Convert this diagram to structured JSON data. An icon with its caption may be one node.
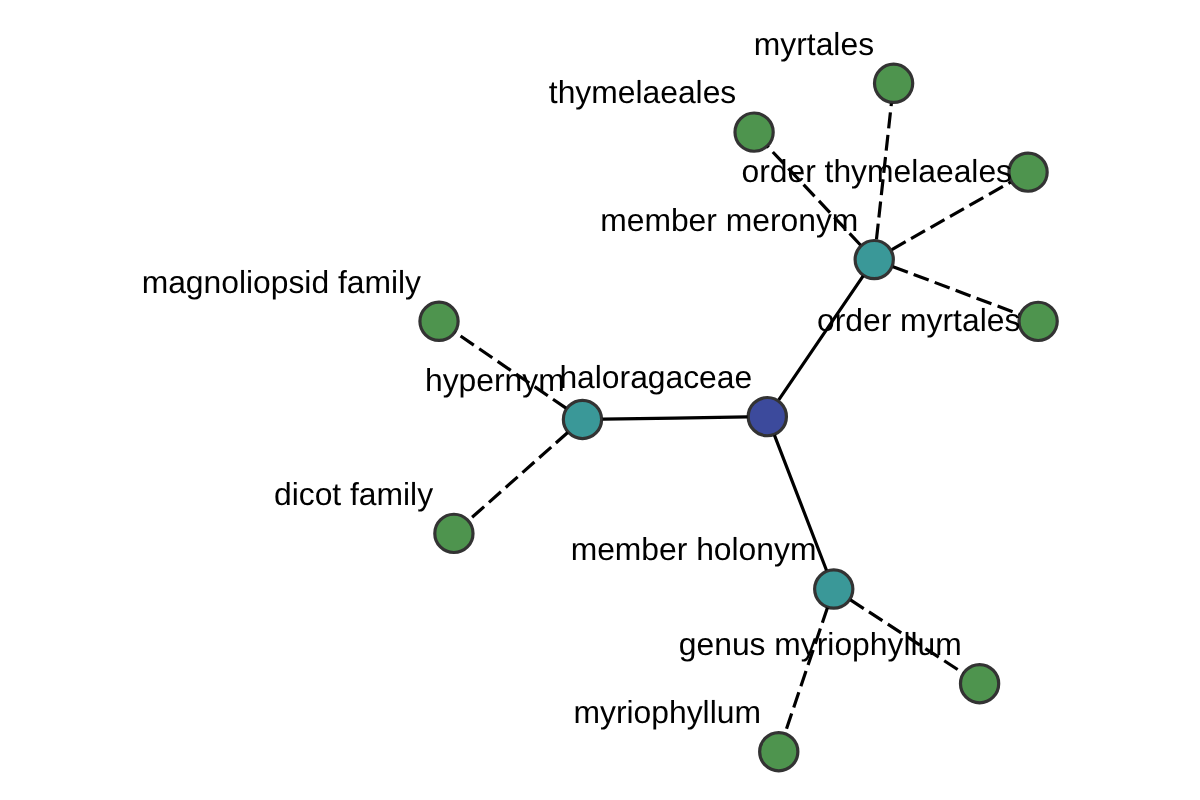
{
  "diagram": {
    "nodes": [
      {
        "text": [],
        "shape": "circle",
        "beside": [
          "haloragaceae"
        ]
      },
      {
        "text": [],
        "shape": "circle",
        "beside": [
          "member meronym"
        ]
      },
      {
        "text": [],
        "shape": "circle",
        "beside": [
          "order myrtales"
        ]
      },
      {
        "text": [],
        "shape": "circle",
        "beside": [
          "myrtales"
        ]
      },
      {
        "text": [],
        "shape": "circle",
        "beside": [
          "order thymelaeales"
        ]
      },
      {
        "text": [],
        "shape": "circle",
        "beside": [
          "thymelaeales"
        ]
      },
      {
        "text": [],
        "shape": "circle",
        "beside": [
          "member holonym"
        ]
      },
      {
        "text": [],
        "shape": "circle",
        "beside": [
          "genus myriophyllum"
        ]
      },
      {
        "text": [],
        "shape": "circle",
        "beside": [
          "myriophyllum"
        ]
      },
      {
        "text": [],
        "shape": "circle",
        "beside": [
          "hypernym"
        ]
      },
      {
        "text": [],
        "shape": "circle",
        "beside": [
          "dicot family"
        ]
      },
      {
        "text": [],
        "shape": "circle",
        "beside": [
          "magnoliopsid family"
        ]
      }
    ],
    "edges": [
      {
        "from": 0,
        "to": 1,
        "arrow": "none"
      },
      {
        "from": 0,
        "to": 6,
        "arrow": "none"
      },
      {
        "from": 0,
        "to": 9,
        "arrow": "none"
      },
      {
        "from": 1,
        "to": 2,
        "arrow": "none",
        "style": "dashed"
      },
      {
        "from": 1,
        "to": 3,
        "arrow": "none",
        "style": "dashed"
      },
      {
        "from": 1,
        "to": 4,
        "arrow": "none",
        "style": "dashed"
      },
      {
        "from": 1,
        "to": 5,
        "arrow": "none",
        "style": "dashed"
      },
      {
        "from": 6,
        "to": 7,
        "arrow": "none",
        "style": "dashed"
      },
      {
        "from": 6,
        "to": 8,
        "arrow": "none",
        "style": "dashed"
      },
      {
        "from": 9,
        "to": 10,
        "arrow": "none",
        "style": "dashed"
      },
      {
        "from": 9,
        "to": 11,
        "arrow": "none",
        "style": "dashed"
      }
    ]
  }
}
